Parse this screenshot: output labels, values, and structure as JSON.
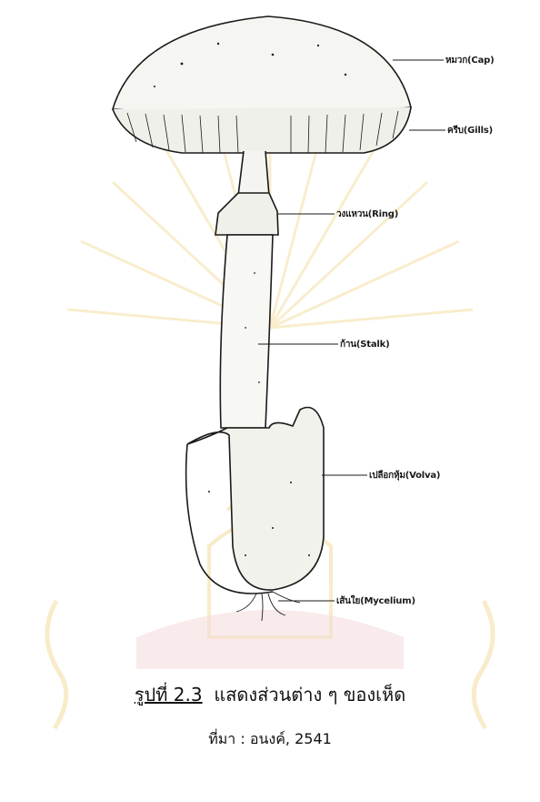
{
  "labels": {
    "cap": "หมวก(Cap)",
    "gills": "ครีบ(Gills)",
    "ring": "วงแหวน(Ring)",
    "stalk": "ก้าน(Stalk)",
    "volva": "เปลือกหุ้ม(Volva)",
    "mycelium": "เส้นใย(Mycelium)"
  },
  "caption": {
    "figure_number": "รูปที่ 2.3",
    "title": "แสดงส่วนต่าง ๆ ของเห็ด",
    "source": "ที่มา : อนงค์, 2541"
  },
  "colors": {
    "ink": "#1a1a1a",
    "watermark": "#f3dfa5",
    "watermark_red": "#f4dada"
  }
}
